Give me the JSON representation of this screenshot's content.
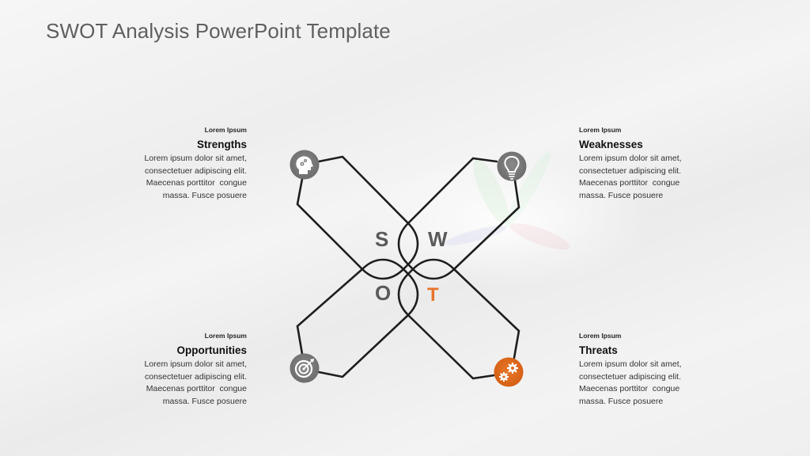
{
  "slide": {
    "title": "SWOT Analysis PowerPoint Template"
  },
  "quadrants": [
    {
      "key": "strengths",
      "kicker": "Lorem Ipsum",
      "heading": "Strengths",
      "body_lines": [
        "Lorem ipsum dolor sit amet,",
        "consectetuer adipiscing elit.",
        "Maecenas porttitor  congue",
        "massa. Fusce posuere"
      ],
      "letter": "S",
      "icon": "head-gears-icon",
      "icon_color": "#7a7a7a",
      "letter_color": "#5a5a5a"
    },
    {
      "key": "weaknesses",
      "kicker": "Lorem Ipsum",
      "heading": "Weaknesses",
      "body_lines": [
        "Lorem ipsum dolor sit amet,",
        "consectetuer adipiscing elit.",
        "Maecenas porttitor  congue",
        "massa. Fusce posuere"
      ],
      "letter": "W",
      "icon": "lightbulb-icon",
      "icon_color": "#7a7a7a",
      "letter_color": "#5a5a5a"
    },
    {
      "key": "opportunities",
      "kicker": "Lorem Ipsum",
      "heading": "Opportunities",
      "body_lines": [
        "Lorem ipsum dolor sit amet,",
        "consectetuer adipiscing elit.",
        "Maecenas porttitor  congue",
        "massa. Fusce posuere"
      ],
      "letter": "O",
      "icon": "target-icon",
      "icon_color": "#7a7a7a",
      "letter_color": "#5a5a5a"
    },
    {
      "key": "threats",
      "kicker": "Lorem Ipsum",
      "heading": "Threats",
      "body_lines": [
        "Lorem ipsum dolor sit amet,",
        "consectetuer adipiscing elit.",
        "Maecenas porttitor  congue",
        "massa. Fusce posuere"
      ],
      "letter": "T",
      "icon": "gears-icon",
      "icon_color": "#e06a1b",
      "letter_color": "#e8742a"
    }
  ],
  "colors": {
    "accent": "#e06a1b",
    "line": "#1e1e1e",
    "icon_gray": "#7a7a7a",
    "title": "#5f5f5f"
  }
}
